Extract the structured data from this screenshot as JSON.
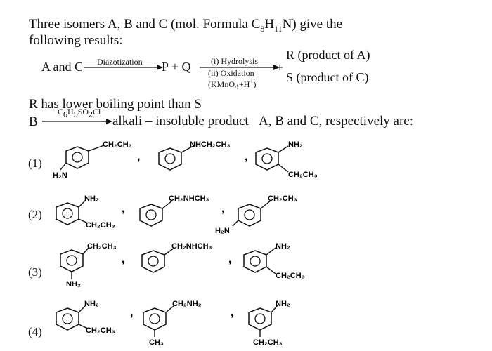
{
  "question": {
    "line1_a": "Three isomers A, B and C (mol. Formula C",
    "line1_sub1": "8",
    "line1_mid": "H",
    "line1_sub2": "11",
    "line1_b": "N) give the",
    "line2": "following results:"
  },
  "reaction1": {
    "reactants": "A and C",
    "reagent": "Diazotization",
    "products": "P + Q",
    "step1": "(i) Hydrolysis",
    "step2": "(ii) Oxidation",
    "step3_a": "(KMnO",
    "step3_sub": "4",
    "step3_b": "+H",
    "step3_sup": "+",
    "step3_c": ")",
    "plus": "+",
    "r_product": "R (product of A)",
    "s_product": "S (product of C)"
  },
  "statement": "R has lower boiling point than S",
  "reaction2": {
    "reactant": "B",
    "reagent_a": "C",
    "reagent_s1": "6",
    "reagent_b": "H",
    "reagent_s2": "5",
    "reagent_c": "SO",
    "reagent_s3": "2",
    "reagent_d": "Cl",
    "product": "alkali – insoluble product",
    "ask": "A, B and C, respectively are:"
  },
  "options": [
    {
      "label": "(1)",
      "structures": [
        {
          "top": "CH₂CH₃",
          "side": "H₂N"
        },
        {
          "top": "NHCH₂CH₃"
        },
        {
          "top": "NH₂",
          "bottom": "CH₂CH₃"
        }
      ]
    },
    {
      "label": "(2)",
      "structures": [
        {
          "top": "NH₂",
          "bottom": "CH₂CH₃"
        },
        {
          "top": "CH₂NHCH₃"
        },
        {
          "top": "CH₂CH₃",
          "side": "H₂N"
        }
      ]
    },
    {
      "label": "(3)",
      "structures": [
        {
          "top": "CH₂CH₃",
          "bottom": "NH₂"
        },
        {
          "top": "CH₂NHCH₃"
        },
        {
          "top": "NH₂",
          "bottom": "CH₂CH₃"
        }
      ]
    },
    {
      "label": "(4)",
      "structures": [
        {
          "top": "NH₂",
          "bottom": "CH₂CH₃"
        },
        {
          "top": "CH₂NH₂",
          "bottom": "CH₃"
        },
        {
          "top": "NH₂",
          "bottom": "CH₂CH₃"
        }
      ]
    }
  ]
}
